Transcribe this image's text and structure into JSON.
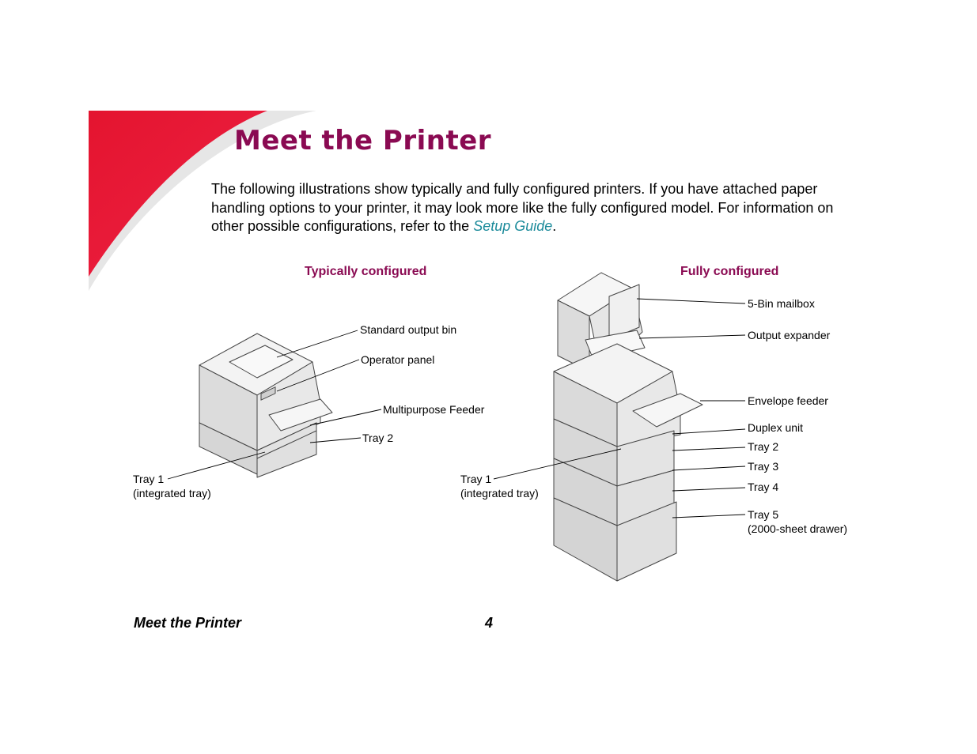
{
  "page": {
    "title": "Meet the Printer",
    "intro_before_link": "The following illustrations show typically and fully configured printers. If you have attached paper handling options to your printer, it may look more like the fully configured model. For information on other possible configurations, refer to the ",
    "intro_link": "Setup Guide",
    "intro_after_link": "."
  },
  "typical": {
    "heading": "Typically configured",
    "labels": {
      "standard_output_bin": "Standard output bin",
      "operator_panel": "Operator panel",
      "multipurpose_feeder": "Multipurpose Feeder",
      "tray2": "Tray 2",
      "tray1": "Tray 1",
      "tray1_note": "(integrated tray)"
    }
  },
  "full": {
    "heading": "Fully configured",
    "labels": {
      "mailbox": "5-Bin mailbox",
      "output_expander": "Output expander",
      "envelope_feeder": "Envelope feeder",
      "duplex_unit": "Duplex unit",
      "tray2": "Tray 2",
      "tray3": "Tray 3",
      "tray4": "Tray 4",
      "tray5": "Tray 5",
      "tray5_note": "(2000-sheet drawer)",
      "tray1": "Tray 1",
      "tray1_note": "(integrated tray)"
    }
  },
  "footer": {
    "section": "Meet the Printer",
    "page_number": "4"
  },
  "colors": {
    "title": "#8a0a52",
    "accent_red": "#e8173a",
    "link": "#1a8a9a",
    "swoosh_gray": "#e6e6e6"
  }
}
